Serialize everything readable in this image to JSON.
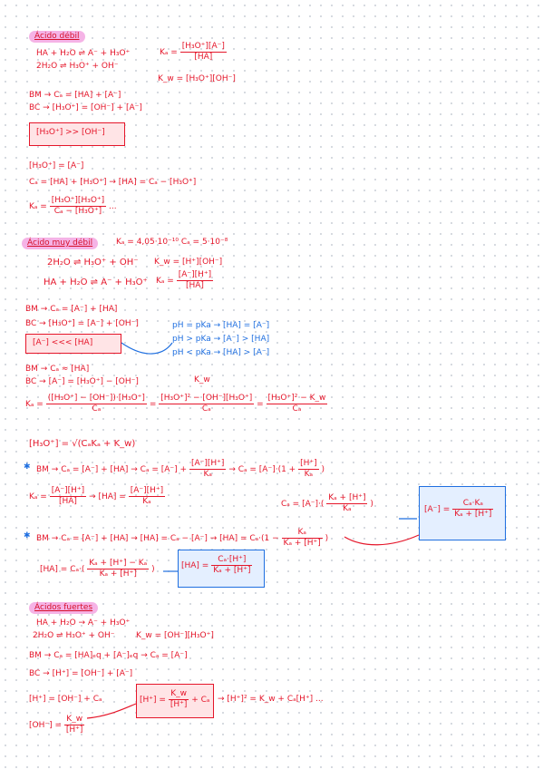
{
  "acido_debil": {
    "title": "Ácido débil",
    "eq1": "HA + H₂O ⇌ A⁻ + H₃O⁺",
    "eq2": "2H₂O ⇌ H₃O⁺ + OH⁻",
    "ka_lhs": "Kₐ =",
    "ka_num": "[H₃O⁺][A⁻]",
    "ka_den": "[HA]",
    "kw": "K_w = [H₃O⁺][OH⁻]",
    "bm": "BM → Cₐ = [HA] + [A⁻]",
    "bc": "BC → [H₃O⁺] = [OH⁻] + [A⁻]",
    "boxed": "[H₃O⁺] >> [OH⁻]",
    "l1": "[H₃O⁺] = [A⁻]",
    "l2": "Cₐ = [HA] + [H₃O⁺] → [HA] = Cₐ − [H₃O⁺]",
    "ka2_lhs": "Kₐ =",
    "ka2_num": "[H₃O⁺][H₃O⁺]",
    "ka2_den": "Cₐ − [H₃O⁺]",
    "dots": "..."
  },
  "acido_muy_debil": {
    "title": "Ácido muy débil",
    "consts": "Kₐ = 4,05·10⁻¹⁰   Cₐ = 5·10⁻⁸",
    "eq1": "2H₂O ⇌ H₃O⁺ + OH⁻",
    "kw": "K_w = [H⁺][OH⁻]",
    "eq2": "HA + H₂O ⇌ A⁻ + H₃O⁺",
    "ka_lhs": "Kₐ =",
    "ka_num": "[A⁻][H⁺]",
    "ka_den": "[HA]",
    "bm": "BM → Cₐ = [A⁻] + [HA]",
    "bc": "BC → [H₃O⁺] = [A⁻] + [OH⁻]",
    "boxed": "[A⁻] <<< [HA]",
    "ph1": "pH = pKa → [HA] = [A⁻]",
    "ph2": "pH > pKa → [A⁻] > [HA]",
    "ph3": "pH < pKa → [HA] > [A⁻]",
    "bm2": "BM → Cₐ ≈ [HA]",
    "bc2": "BC → [A⁻] = [H₃O⁺] − [OH⁻]",
    "big_lhs": "Kₐ =",
    "big_num1": "([H₃O⁺] − [OH⁻])·[H₃O⁺]",
    "big_den1": "Cₐ",
    "eq_sign": "=",
    "kw_label": "K_w",
    "big_num2": "[H₃O⁺]² − [OH⁻][H₃O⁺]",
    "big_den2": "Cₐ",
    "big_num3": "[H₃O⁺]² − K_w",
    "big_den3": "Cₐ",
    "sqrt": "[H₃O⁺] = √(CₐKₐ + K_w)",
    "star1": "BM → Cₐ = [A⁻] + [HA] → Cₐ = [A⁻] +",
    "s1_num": "[A⁻][H⁺]",
    "s1_den": "Kₐ",
    "s1_rhs": "→ Cₐ = [A⁻]·(1 +",
    "s1_fnum": "[H⁺]",
    "s1_fden": "Kₐ",
    "s1_close": ")",
    "ka3_lhs": "Kₐ =",
    "ka3_num": "[A⁻][H⁺]",
    "ka3_den": "[HA]",
    "ka3_mid": "→ [HA] =",
    "ha_num": "[A⁻][H⁺]",
    "ha_den": "Kₐ",
    "ca_lhs": "Cₐ = [A⁻]·(",
    "ca_num": "Kₐ + [H⁺]",
    "ca_den": "Kₐ",
    "ca_close": ")",
    "res_a_lhs": "[A⁻] =",
    "res_a_num": "Cₐ·Kₐ",
    "res_a_den": "Kₐ + [H⁺]",
    "star2": "BM → Cₐ = [A⁻] + [HA] → [HA] = Cₐ − [A⁻] → [HA] = Cₐ·(1 −",
    "s2_num": "Kₐ",
    "s2_den": "Kₐ + [H⁺]",
    "s2_close": ")",
    "ha2_lhs": "[HA] = Cₐ·(",
    "ha2_num": "Kₐ + [H⁺] − Kₐ",
    "ha2_den": "Kₐ + [H⁺]",
    "ha2_close": ")",
    "res_ha_lhs": "[HA] =",
    "res_ha_num": "Cₐ·[H⁺]",
    "res_ha_den": "Kₐ + [H⁺]"
  },
  "acidos_fuertes": {
    "title": "Ácidos fuertes",
    "eq1": "HA + H₂O → A⁻ + H₃O⁺",
    "eq2": "2H₂O ⇌ H₃O⁺ + OH⁻",
    "kw": "K_w = [OH⁻][H₃O⁺]",
    "bm": "BM → Cₐ = [HA]ₑq + [A⁻]ₑq → Cₐ = [A⁻]",
    "bc": "BC → [H⁺] = [OH⁻] + [A⁻]",
    "l1": "[H⁺] = [OH⁻] + Cₐ",
    "box_lhs": "[H⁺] =",
    "box_num": "K_w",
    "box_den": "[H⁺]",
    "box_rhs": "+ Cₐ",
    "tail": "→ [H⁺]² = K_w + Cₐ[H⁺] ...",
    "oh_lhs": "[OH⁻] =",
    "oh_num": "K_w",
    "oh_den": "[H⁺]"
  },
  "colors": {
    "red_ink": "#e5162a",
    "blue_ink": "#1f6fe0",
    "highlight": "#f5b3e6"
  }
}
